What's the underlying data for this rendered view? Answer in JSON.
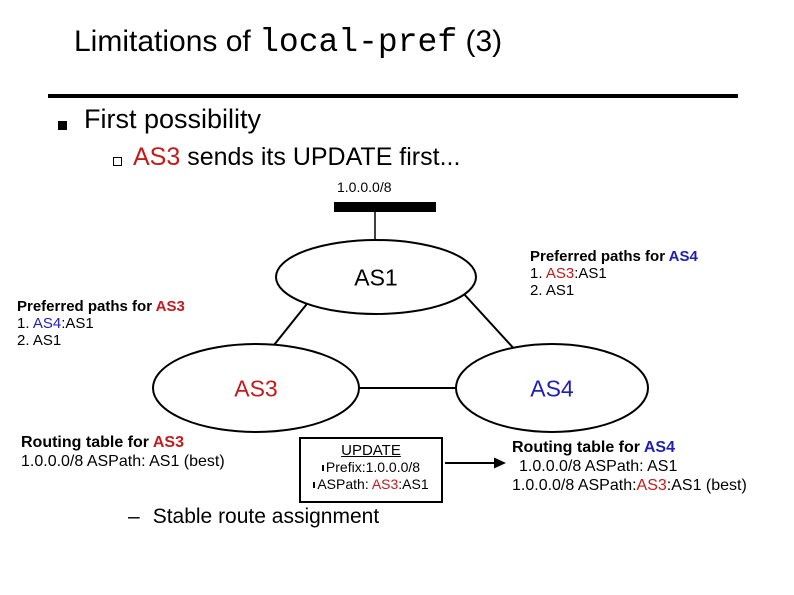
{
  "title": {
    "prefix": "Limitations of ",
    "code": "local-pref",
    "suffix": " (3)"
  },
  "outline": {
    "bullet": "First possibility",
    "sub": {
      "as": "AS3",
      "rest": " sends its UPDATE first..."
    },
    "footer": {
      "dash": "–",
      "text": "Stable route assignment"
    }
  },
  "diagram": {
    "prefix_label": "1.0.0.0/8",
    "nodes": {
      "as1": "AS1",
      "as3": "AS3",
      "as4": "AS4"
    }
  },
  "blocks": {
    "preferred_as4": {
      "heading": "Preferred paths for ",
      "as": "AS4",
      "l1_pre": "1. ",
      "l1_as": "AS3",
      "l1_post": ":AS1",
      "l2": "2. AS1"
    },
    "preferred_as3": {
      "heading": "Preferred paths for ",
      "as": "AS3",
      "l1_pre": "1. ",
      "l1_as": "AS4",
      "l1_post": ":AS1",
      "l2": "2. AS1"
    },
    "routing_as3": {
      "heading": "Routing table for ",
      "as": "AS3",
      "l1": "1.0.0.0/8 ASPath: AS1 (best)"
    },
    "routing_as4": {
      "heading": "Routing table for ",
      "as": "AS4",
      "l1": "1.0.0.0/8 ASPath: AS1",
      "l2_pre": "1.0.0.0/8 ASPath:",
      "l2_as": "AS3",
      "l2_post": ":AS1 (best)"
    },
    "update": {
      "title": "UPDATE",
      "l1": "Prefix:1.0.0.0/8",
      "l2_pre": "ASPath: ",
      "l2_as": "AS3",
      "l2_post": ":AS1"
    }
  },
  "icons": {
    "bullet": "square-filled",
    "sub_bullet": "square-hollow",
    "tiny_bullet": "tick",
    "arrow": "arrow-right"
  },
  "colors": {
    "red": "#c21b1b",
    "blue": "#1f1fb4",
    "line": "#000000"
  }
}
